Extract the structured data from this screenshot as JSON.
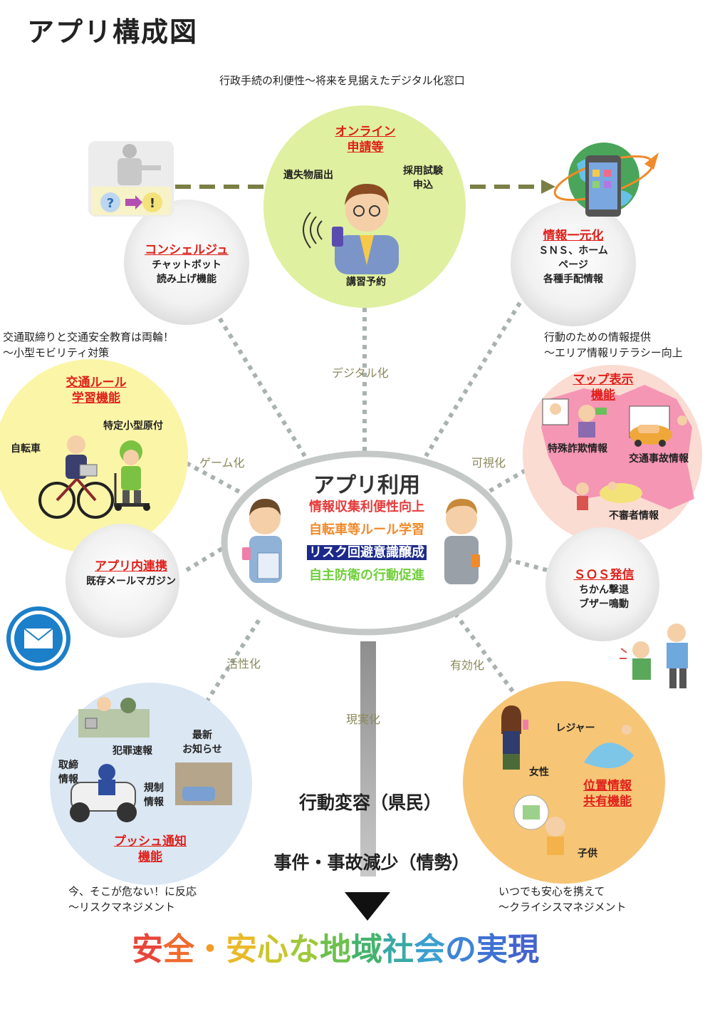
{
  "title": "アプリ構成図",
  "top_caption": "行政手続の利便性〜将来を見据えたデジタル化窓口",
  "online": {
    "heading": [
      "オンライン",
      "申請等"
    ],
    "items": [
      "遺失物届出",
      "採用試験\n申込",
      "講習予約"
    ]
  },
  "concierge": {
    "heading": "コンシェルジュ",
    "lines": [
      "チャットボット",
      "読み上げ機能"
    ]
  },
  "info_unify": {
    "heading": "情報一元化",
    "lines": [
      "ＳＮＳ、ホーム",
      "ページ",
      "各種手配情報"
    ]
  },
  "left_caption": "交通取締りと交通安全教育は両輪！\n〜小型モビリティ対策",
  "traffic": {
    "heading": [
      "交通ルール",
      "学習機能"
    ],
    "items": [
      "特定小型原付",
      "自転車"
    ]
  },
  "right_caption": "行動のための情報提供\n〜エリア情報リテラシー向上",
  "map": {
    "heading": [
      "マップ表示",
      "機能"
    ],
    "items": [
      "特殊詐欺情報",
      "交通事故情報",
      "不審者情報"
    ]
  },
  "center": {
    "title": "アプリ利用",
    "lines": [
      {
        "text": "情報収集利便性向上",
        "color": "#e53b3b",
        "bg": "#ffffff"
      },
      {
        "text": "自転車等ルール学習",
        "color": "#f08a2b",
        "bg": "#ffffff"
      },
      {
        "text": "リスク回避意識醸成",
        "color": "#ffffff",
        "bg": "#1b2a8a"
      },
      {
        "text": "自主防衛の行動促進",
        "color": "#6fcf3a",
        "bg": "#ffffff"
      }
    ]
  },
  "app_link": {
    "heading": "アプリ内連携",
    "lines": [
      "既存メールマガジン"
    ]
  },
  "sos": {
    "heading": "ＳＯＳ発信",
    "lines": [
      "ちかん撃退",
      "ブザー鳴動"
    ]
  },
  "push": {
    "heading": [
      "プッシュ通知",
      "機能"
    ],
    "items": [
      "犯罪速報",
      "最新\nお知らせ",
      "取締\n情報",
      "規制\n情報"
    ]
  },
  "location": {
    "heading": [
      "位置情報",
      "共有機能"
    ],
    "items": [
      "レジャー",
      "女性",
      "子供"
    ]
  },
  "edge_labels": {
    "digital": "デジタル化",
    "game": "ゲーム化",
    "visual": "可視化",
    "active": "活性化",
    "effective": "有効化",
    "real": "現実化"
  },
  "outcomes": [
    "行動変容（県民）",
    "事件・事故減少（情勢）"
  ],
  "bottom_left_caption": "今、そこが危ない！に反応\n〜リスクマネジメント",
  "bottom_right_caption": "いつでも安心を携えて\n〜クライシスマネジメント",
  "final_goal": "安全・安心な地域社会の実現",
  "final_colors": [
    "#e8463a",
    "#ef6b2f",
    "#f39c26",
    "#e9b92a",
    "#c9c62c",
    "#9fc83a",
    "#6cc04c",
    "#45b36d",
    "#3aa9a4",
    "#3b9fd0",
    "#3f84d6",
    "#3e72d2",
    "#4463cf"
  ],
  "colors": {
    "online_circle": "#dff0a0",
    "gray_circle": "#e6e6e6",
    "yellow_circle": "#fbf5a8",
    "pink_circle": "#fbdcd2",
    "lightblue_circle": "#dbe7f3",
    "orange_circle": "#f6c576",
    "dotted": "#a9b2b0",
    "arrow_dash": "#7b7f44",
    "heading_red": "#e0201a"
  }
}
